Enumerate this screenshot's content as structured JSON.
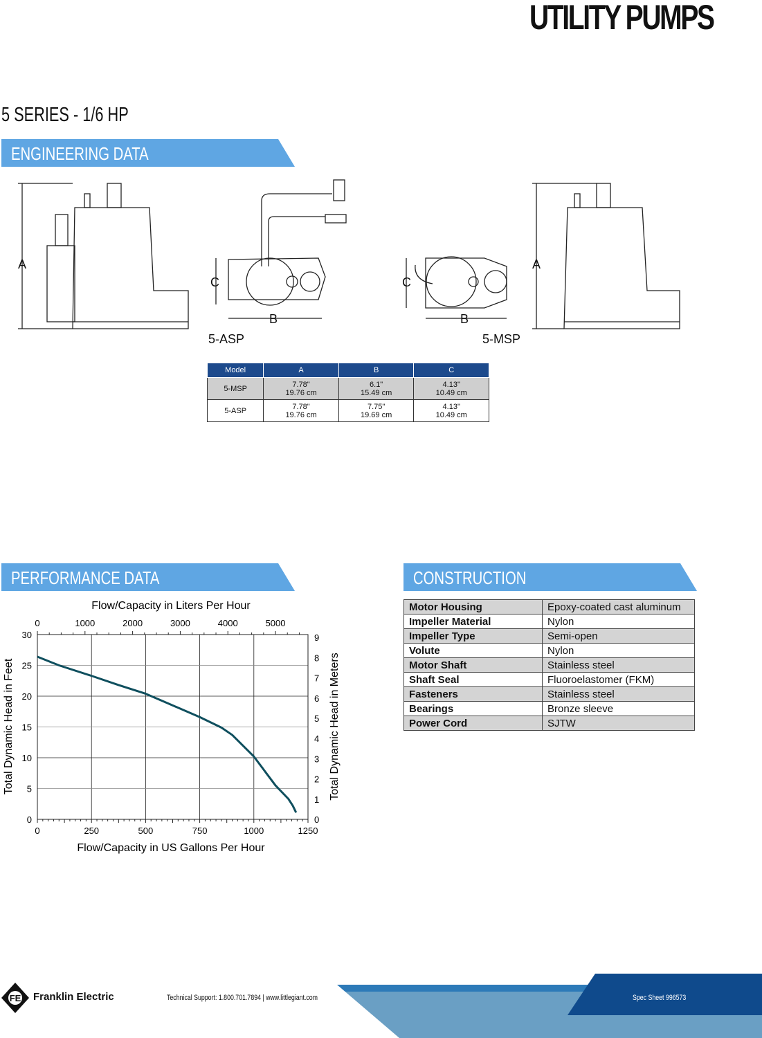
{
  "header": {
    "title": "UTILITY PUMPS",
    "series": "5 SERIES - 1/6 HP"
  },
  "sections": {
    "engineering": "ENGINEERING DATA",
    "performance": "PERFORMANCE DATA",
    "construction": "CONSTRUCTION"
  },
  "drawings": {
    "dim_a": "A",
    "dim_b": "B",
    "dim_c": "C",
    "label_asp": "5-ASP",
    "label_msp": "5-MSP"
  },
  "dimensions": {
    "headers": [
      "Model",
      "A",
      "B",
      "C"
    ],
    "rows": [
      {
        "model": "5-MSP",
        "a1": "7.78\"",
        "a2": "19.76 cm",
        "b1": "6.1\"",
        "b2": "15.49 cm",
        "c1": "4.13\"",
        "c2": "10.49 cm"
      },
      {
        "model": "5-ASP",
        "a1": "7.78\"",
        "a2": "19.76 cm",
        "b1": "7.75\"",
        "b2": "19.69 cm",
        "c1": "4.13\"",
        "c2": "10.49 cm"
      }
    ]
  },
  "construction": [
    {
      "label": "Motor Housing",
      "value": "Epoxy-coated cast aluminum"
    },
    {
      "label": "Impeller Material",
      "value": "Nylon"
    },
    {
      "label": "Impeller Type",
      "value": "Semi-open"
    },
    {
      "label": "Volute",
      "value": "Nylon"
    },
    {
      "label": "Motor Shaft",
      "value": "Stainless steel"
    },
    {
      "label": "Shaft Seal",
      "value": "Fluoroelastomer (FKM)"
    },
    {
      "label": "Fasteners",
      "value": "Stainless steel"
    },
    {
      "label": "Bearings",
      "value": "Bronze sleeve"
    },
    {
      "label": "Power Cord",
      "value": "SJTW"
    }
  ],
  "chart_data": {
    "type": "line",
    "title_top": "Flow/Capacity in Liters Per Hour",
    "xlabel": "Flow/Capacity in US Gallons Per Hour",
    "ylabel": "Total Dynamic Head in Feet",
    "ylabel_right": "Total Dynamic Head in Meters",
    "xlim": [
      0,
      1250
    ],
    "ylim": [
      0,
      30
    ],
    "x_ticks": [
      "0",
      "250",
      "500",
      "750",
      "1000",
      "1250"
    ],
    "y_ticks": [
      "0",
      "5",
      "10",
      "15",
      "20",
      "25",
      "30"
    ],
    "top_ticks": [
      "0",
      "1000",
      "2000",
      "3000",
      "4000",
      "5000"
    ],
    "right_ticks": [
      "0",
      "1",
      "2",
      "3",
      "4",
      "5",
      "6",
      "7",
      "8",
      "9"
    ],
    "grid": true,
    "series": [
      {
        "name": "5 Series",
        "color": "#0f4f5e",
        "x": [
          0,
          100,
          250,
          375,
          500,
          625,
          750,
          850,
          900,
          1000,
          1100,
          1160,
          1180,
          1195
        ],
        "y": [
          26.4,
          25,
          23.3,
          21.8,
          20.4,
          18.5,
          16.6,
          14.9,
          13.7,
          10.2,
          5.5,
          3.3,
          2.2,
          1.1
        ]
      }
    ]
  },
  "footer": {
    "brand": "Franklin Electric",
    "support": "Technical Support: 1.800.701.7894  |  www.littlegiant.com",
    "spec": "Spec Sheet 996573"
  }
}
